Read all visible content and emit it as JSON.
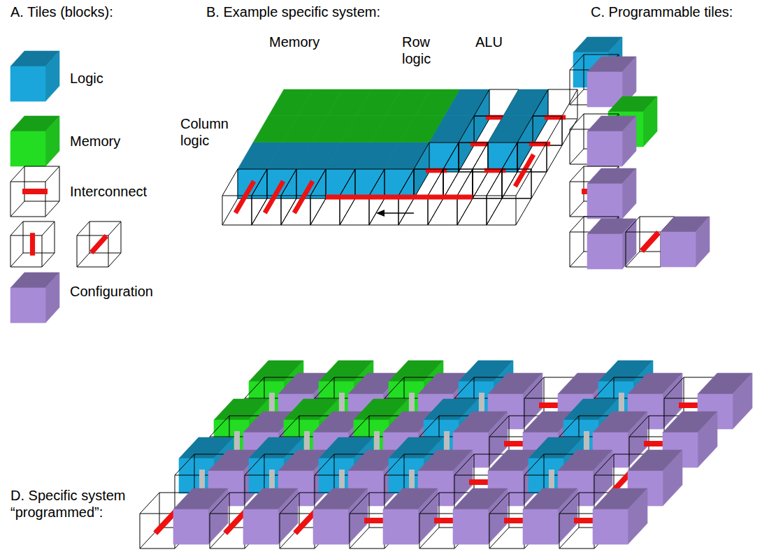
{
  "diagram": {
    "labels": [
      "A. Tiles (blocks):",
      "B. Example specific system:",
      "C. Programmable tiles:",
      "Memory",
      "Row logic",
      "ALU",
      "Column logic",
      "D. Specific system “programmed”:"
    ],
    "legend": [
      {
        "text": "Logic",
        "color": "#1aa6da"
      },
      {
        "text": "Memory",
        "color": "#22dd22"
      },
      {
        "text": "Interconnect"
      },
      {
        "text": "Configuration",
        "color": "#a88bd6"
      }
    ]
  }
}
